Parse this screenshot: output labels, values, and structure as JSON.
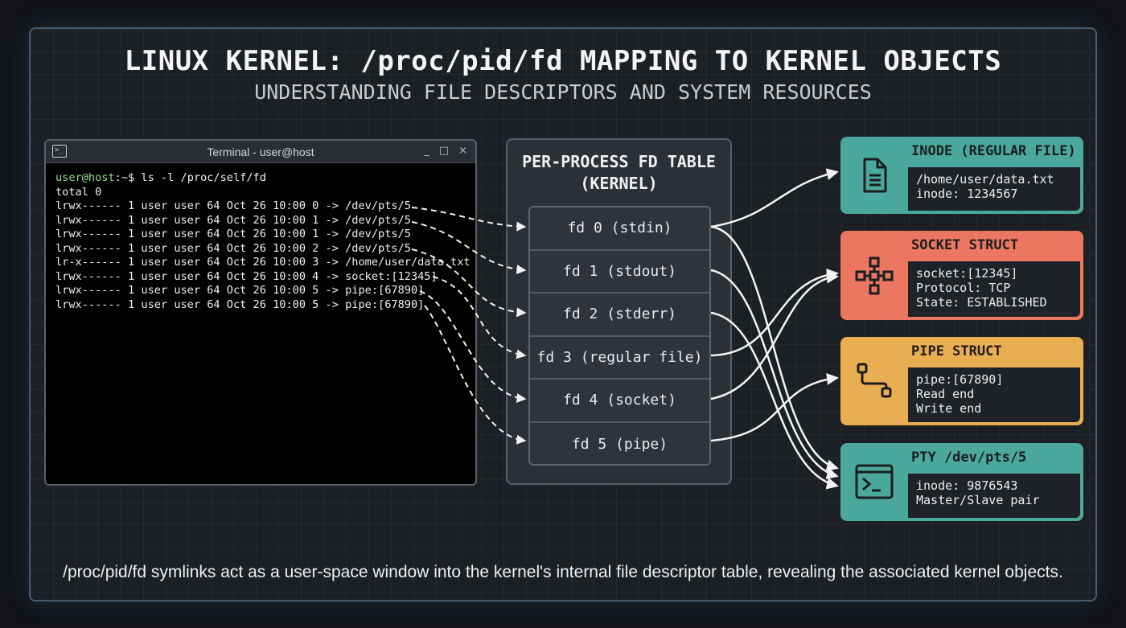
{
  "title": "LINUX KERNEL: /proc/pid/fd MAPPING TO KERNEL OBJECTS",
  "subtitle": "UNDERSTANDING FILE DESCRIPTORS AND SYSTEM RESOURCES",
  "terminal": {
    "window_title": "Terminal - user@host",
    "controls": [
      "_",
      "□",
      "×"
    ],
    "prompt_user": "user@host",
    "prompt_rest": ":~$ ls -l /proc/self/fd",
    "lines": [
      "total 0",
      "lrwx------ 1 user user 64 Oct 26 10:00 0 -> /dev/pts/5",
      "lrwx------ 1 user user 64 Oct 26 10:00 1 -> /dev/pts/5",
      "lrwx------ 1 user user 64 Oct 26 10:00 1 -> /dev/pts/5",
      "lrwx------ 1 user user 64 Oct 26 10:00 2 -> /dev/pts/5",
      "lr-x------ 1 user user 64 Oct 26 10:00 3 -> /home/user/data.txt",
      "lrwx------ 1 user user 64 Oct 26 10:00 4 -> socket:[12345]",
      "lrwx------ 1 user user 64 Oct 26 10:00 5 -> pipe:[67890]",
      "lrwx------ 1 user user 64 Oct 26 10:00 5 -> pipe:[67890]"
    ]
  },
  "fd_table": {
    "header_line1": "PER-PROCESS FD TABLE",
    "header_line2": "(KERNEL)",
    "rows": [
      "fd 0 (stdin)",
      "fd 1 (stdout)",
      "fd 2 (stderr)",
      "fd 3 (regular file)",
      "fd 4 (socket)",
      "fd 5 (pipe)"
    ]
  },
  "kernel_objects": {
    "inode": {
      "title": "INODE (REGULAR FILE)",
      "lines": [
        "/home/user/data.txt",
        "inode: 1234567"
      ],
      "icon": "document-icon",
      "color": "#4aa89c"
    },
    "socket": {
      "title": "SOCKET STRUCT",
      "lines": [
        "socket:[12345]",
        "Protocol: TCP",
        "State: ESTABLISHED"
      ],
      "icon": "network-icon",
      "color": "#ec7761"
    },
    "pipe": {
      "title": "PIPE STRUCT",
      "lines": [
        "pipe:[67890]",
        "Read end",
        "Write end"
      ],
      "icon": "pipe-icon",
      "color": "#e9ad52"
    },
    "pty": {
      "title": "PTY /dev/pts/5",
      "lines": [
        "inode: 9876543",
        "Master/Slave pair"
      ],
      "icon": "terminal-icon",
      "color": "#4aa89c"
    }
  },
  "caption": "/proc/pid/fd symlinks act as a user-space window into the kernel's internal file descriptor table, revealing the associated kernel objects."
}
